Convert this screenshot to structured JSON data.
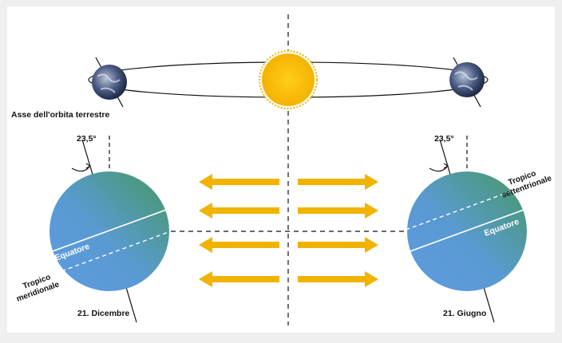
{
  "labels": {
    "orbit_axis": "Asse dell'orbita terrestre",
    "tilt_left": "23,5°",
    "tilt_right": "23,5°",
    "equator_left": "Equatore",
    "equator_right": "Equatore",
    "tropic_south_line1": "Tropico",
    "tropic_south_line2": "meridionale",
    "tropic_north_line1": "Tropico",
    "tropic_north_line2": "settentrionale",
    "date_left": "21. Dicembre",
    "date_right": "21. Giugno"
  },
  "colors": {
    "background": "#efefef",
    "panel": "#ffffff",
    "sun": "#f6b800",
    "arrows": "#f0b400",
    "globe_blue": "#5b9ad8",
    "globe_green": "#4a9a6a"
  }
}
